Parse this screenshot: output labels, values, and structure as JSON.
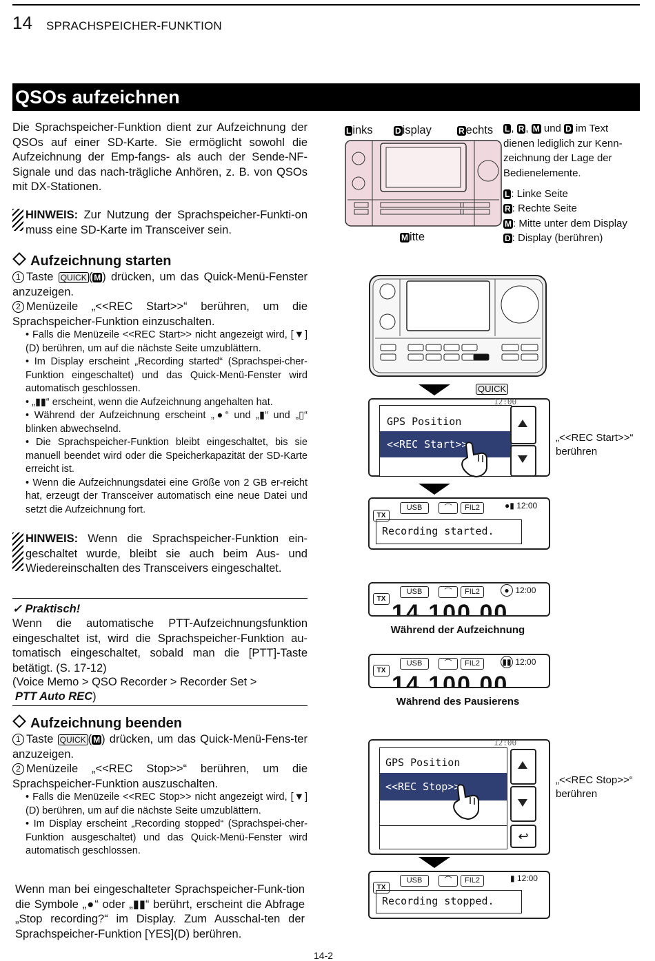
{
  "header": {
    "page_number": "14",
    "section": "SPRACHSPEICHER-FUNKTION"
  },
  "banner_title": "QSOs aufzeichnen",
  "intro": "Die Sprachspeicher-Funktion dient zur Aufzeichnung der QSOs auf einer SD-Karte. Sie ermöglicht sowohl die Aufzeichnung der Emp-fangs- als auch der Sende-NF-Signale und das nach-trägliche Anhören, z. B. von QSOs mit DX-Stationen.",
  "note1": {
    "label": "HINWEIS:",
    "text": " Zur Nutzung der Sprachspeicher-Funkti-on muss eine SD-Karte im Transceiver sein."
  },
  "legend": {
    "top_labels": [
      {
        "key": "L",
        "rest": "inks"
      },
      {
        "key": "D",
        "rest": "isplay"
      },
      {
        "key": "R",
        "rest": "echts"
      }
    ],
    "bottom_label": {
      "key": "M",
      "rest": "itte"
    },
    "desc": "im Text dienen lediglich zur Kenn-zeichnung der Lage der Bedienelemente.",
    "desc_und": "und",
    "items": [
      {
        "key": "L",
        "text": ": Linke Seite"
      },
      {
        "key": "R",
        "text": ": Rechte Seite"
      },
      {
        "key": "M",
        "text": ": Mitte unter dem Display"
      },
      {
        "key": "D",
        "text": ": Display (berühren)"
      }
    ]
  },
  "start": {
    "heading": "Aufzeichnung starten",
    "step1": {
      "num": "1",
      "a": "Taste ",
      "quick": "QUICK",
      "key": "M",
      "b": " drücken, um das Quick-Menü-Fenster anzuzeigen."
    },
    "step2": {
      "num": "2",
      "text": "Menüzeile „<<REC Start>>“ berühren, um die Sprachspeicher-Funktion einzuschalten."
    },
    "bullets": [
      "Falls die Menüzeile <<REC Start>> nicht angezeigt wird, [▼](D) berühren, um auf die nächste Seite umzublättern.",
      "Im Display erscheint „Recording started“ (Sprachspei-cher-Funktion eingeschaltet) und das Quick-Menü-Fenster wird automatisch geschlossen.",
      "„▮▮“ erscheint, wenn die Aufzeichnung angehalten hat.",
      "Während der Aufzeichnung erscheint „●“ und „▮“ und „▯“ blinken abwechselnd.",
      "Die Sprachspeicher-Funktion bleibt eingeschaltet, bis sie manuell beendet wird oder die Speicherkapazität der SD-Karte erreicht ist.",
      "Wenn die Aufzeichnungsdatei eine Größe von 2 GB er-reicht hat, erzeugt der Transceiver automatisch eine neue Datei und setzt die Aufzeichnung fort."
    ]
  },
  "note2": {
    "label": "HINWEIS:",
    "text": " Wenn die Sprachspeicher-Funktion ein-geschaltet wurde, bleibt sie auch beim Aus- und Wiedereinschalten des Transceivers eingeschaltet."
  },
  "tip": {
    "title": "✓ Praktisch!",
    "text": "Wenn die automatische PTT-Aufzeichnungsfunktion eingeschaltet ist, wird die Sprachspeicher-Funktion au-tomatisch eingeschaltet, sobald man die [PTT]-Taste betätigt. (S. 17-12)",
    "path": "(Voice Memo > QSO Recorder > Recorder Set >",
    "path_end": "PTT Auto REC",
    ")": ")"
  },
  "stop": {
    "heading": "Aufzeichnung beenden",
    "step1": {
      "num": "1",
      "a": "Taste ",
      "quick": "QUICK",
      "key": "M",
      "b": " drücken, um das Quick-Menü-Fens-ter anzuzeigen."
    },
    "step2": {
      "num": "2",
      "text": "Menüzeile „<<REC Stop>>“ berühren, um die Sprachspeicher-Funktion auszuschalten."
    },
    "bullets": [
      "Falls die Menüzeile <<REC Stop>> nicht angezeigt wird, [▼](D) berühren, um auf die nächste Seite umzublättern.",
      "Im Display erscheint „Recording stopped“ (Sprachspei-cher-Funktion ausgeschaltet) und das Quick-Menü-Fenster wird automatisch geschlossen."
    ]
  },
  "final_para": "Wenn man bei eingeschalteter Sprachspeicher-Funk-tion die Symbole „●“ oder „▮▮“ berührt, erscheint die Abfrage „Stop recording?“ im Display. Zum Ausschal-ten der Sprachspeicher-Funktion [YES](D) berühren.",
  "figures": {
    "quick_label": "QUICK",
    "menu1": {
      "item1": "GPS Position",
      "item2": "<<REC Start>>",
      "callout": "„<<REC Start>>“ berühren",
      "clock_partial": "12:00"
    },
    "status": {
      "tx": "TX",
      "mode": "USB",
      "filter": "FIL2",
      "time": "12:00"
    },
    "rec_started": "Recording started.",
    "cap_recording": "Während der Aufzeichnung",
    "cap_paused": "Während des Pausierens",
    "freq_partial": "14.100.00",
    "menu2": {
      "item1": "GPS Position",
      "item2": "<<REC Stop>>",
      "callout": "„<<REC Stop>>“ berühren"
    },
    "rec_stopped": "Recording stopped."
  },
  "footer": "14-2"
}
